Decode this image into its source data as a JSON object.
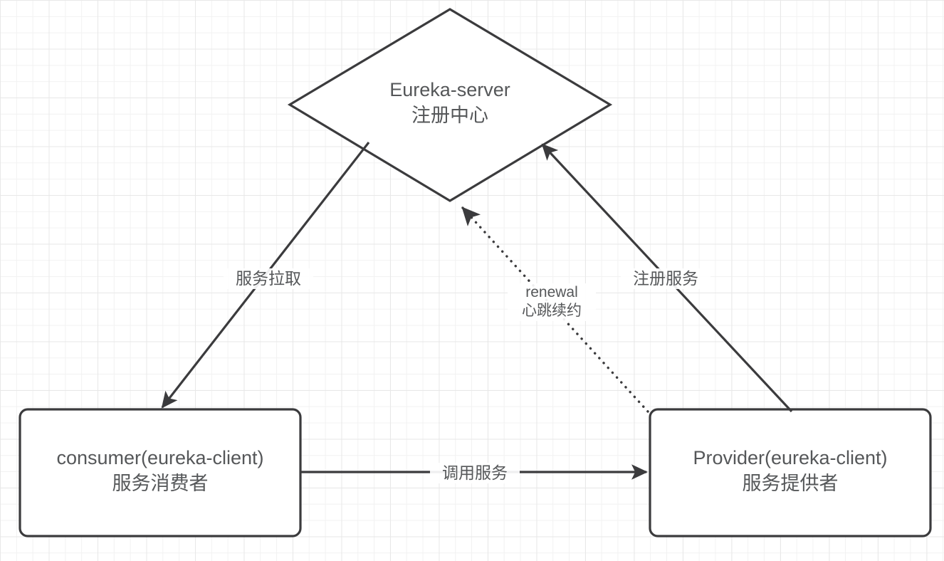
{
  "diagram": {
    "title_hidden": "",
    "theme": {
      "stroke": "#3b3b3d",
      "text": "#555759",
      "background": "#ffffff",
      "grid_minor": "#f2f2f2",
      "grid_major": "#e8e8e8"
    },
    "nodes": [
      {
        "id": "eureka-server",
        "shape": "diamond",
        "line1": "Eureka-server",
        "line2": "注册中心"
      },
      {
        "id": "consumer",
        "shape": "rounded-rect",
        "line1": "consumer(eureka-client)",
        "line2": "服务消费者"
      },
      {
        "id": "provider",
        "shape": "rounded-rect",
        "line1": "Provider(eureka-client)",
        "line2": "服务提供者"
      }
    ],
    "edges": [
      {
        "id": "pull-service",
        "from": "eureka-server",
        "to": "consumer",
        "style": "solid",
        "arrow": "end",
        "line1": "服务拉取",
        "line2": ""
      },
      {
        "id": "renewal",
        "from": "provider",
        "to": "eureka-server",
        "style": "dotted",
        "arrow": "end",
        "line1": "renewal",
        "line2": "心跳续约"
      },
      {
        "id": "register-service",
        "from": "provider",
        "to": "eureka-server",
        "style": "solid",
        "arrow": "end",
        "line1": "注册服务",
        "line2": ""
      },
      {
        "id": "invoke-service",
        "from": "consumer",
        "to": "provider",
        "style": "solid",
        "arrow": "end",
        "line1": "调用服务",
        "line2": ""
      }
    ]
  }
}
